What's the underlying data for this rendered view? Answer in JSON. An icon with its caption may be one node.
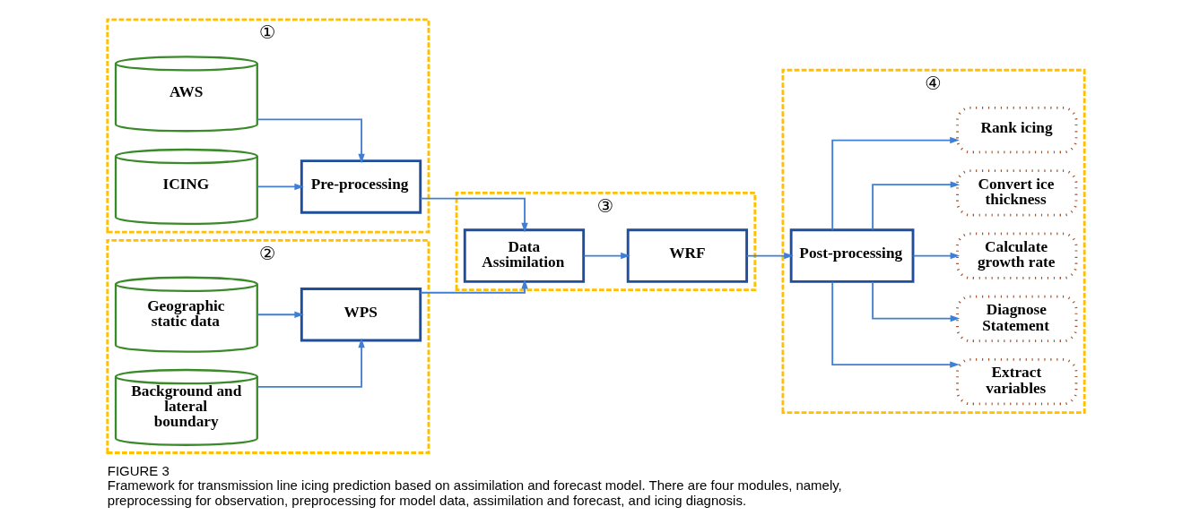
{
  "diagram": {
    "title": "FIGURE 3",
    "caption": "Framework for transmission line icing prediction based on assimilation and forecast model. There are four modules, namely, preprocessing for observation, preprocessing for model data, assimilation and forecast, and icing diagnosis.",
    "nodes": [
      {
        "text": [
          "①"
        ]
      },
      {
        "text": [
          "AWS"
        ],
        "in": 0
      },
      {
        "text": [
          "ICING"
        ],
        "in": 0
      },
      {
        "text": [
          "Pre-processing"
        ],
        "in": 0
      },
      {
        "text": [
          "②"
        ]
      },
      {
        "text": [
          "Geographic static data"
        ],
        "in": 4
      },
      {
        "text": [
          "Background and lateral boundary"
        ],
        "in": 4
      },
      {
        "text": [
          "WPS"
        ],
        "in": 4
      },
      {
        "text": [
          "③"
        ]
      },
      {
        "text": [
          "Data Assimilation"
        ],
        "in": 8
      },
      {
        "text": [
          "WRF"
        ],
        "in": 8
      },
      {
        "text": [
          "④"
        ]
      },
      {
        "text": [
          "Post-processing"
        ],
        "in": 11
      },
      {
        "text": [
          "Extract variables"
        ],
        "in": 11
      },
      {
        "text": [
          "Diagnose Statement"
        ],
        "in": 11
      },
      {
        "text": [
          "Calculate growth rate"
        ],
        "in": 11
      },
      {
        "text": [
          "Convert ice thickness"
        ],
        "in": 11
      },
      {
        "text": [
          "Rank icing"
        ],
        "in": 11
      }
    ],
    "edges": [
      {
        "from": 1,
        "to": 3,
        "arrow": "to"
      },
      {
        "from": 2,
        "to": 3,
        "arrow": "to"
      },
      {
        "from": 5,
        "to": 7,
        "arrow": "to"
      },
      {
        "from": 6,
        "to": 7,
        "arrow": "to"
      },
      {
        "from": 3,
        "to": 9,
        "arrow": "to"
      },
      {
        "from": 7,
        "to": 9,
        "arrow": "to"
      },
      {
        "from": 9,
        "to": 10,
        "arrow": "to"
      },
      {
        "from": 10,
        "to": 12,
        "arrow": "to"
      },
      {
        "from": 12,
        "to": 13,
        "arrow": "to"
      },
      {
        "from": 12,
        "to": 14,
        "arrow": "to"
      },
      {
        "from": 12,
        "to": 15,
        "arrow": "to"
      },
      {
        "from": 12,
        "to": 16,
        "arrow": "to"
      },
      {
        "from": 12,
        "to": 17,
        "arrow": "to"
      }
    ]
  }
}
